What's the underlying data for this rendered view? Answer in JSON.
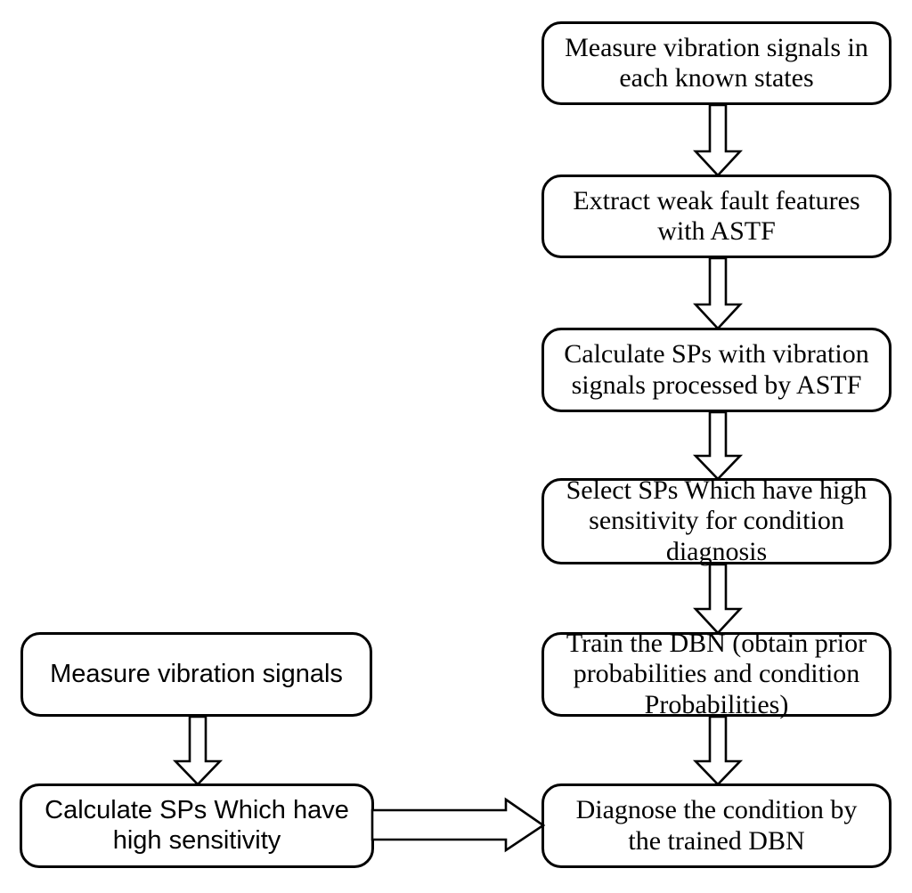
{
  "figure": {
    "kind": "flowchart",
    "orientation": "two-column, vertical flow with one horizontal join",
    "line_color": "#000000",
    "fill_color": "#ffffff",
    "background": "#ffffff"
  },
  "right_column": {
    "nodes": [
      {
        "id": "measure-known-states",
        "text": "Measure vibration signals in\neach known states"
      },
      {
        "id": "extract-weak-features",
        "text": "Extract weak fault features\nwith ASTF"
      },
      {
        "id": "calculate-sps",
        "text": "Calculate SPs with vibration\nsignals processed by ASTF"
      },
      {
        "id": "select-sps",
        "text": "Select SPs  Which have high\nsensitivity for condition\ndiagnosis"
      },
      {
        "id": "train-dbn",
        "text": "Train the DBN (obtain  prior\nprobabilities and condition\nProbabilities)"
      },
      {
        "id": "diagnose-condition",
        "text": "Diagnose the condition by\nthe trained DBN"
      }
    ]
  },
  "left_column": {
    "nodes": [
      {
        "id": "measure-vibration-signals",
        "text": "Measure vibration signals"
      },
      {
        "id": "calculate-sps-sensitivity",
        "text": "Calculate SPs  Which have\nhigh sensitivity"
      }
    ]
  },
  "connectors": [
    {
      "id": "arrow-known-to-extract",
      "from": "measure-known-states",
      "to": "extract-weak-features",
      "direction": "down"
    },
    {
      "id": "arrow-extract-to-calculate",
      "from": "extract-weak-features",
      "to": "calculate-sps",
      "direction": "down"
    },
    {
      "id": "arrow-calculate-to-select",
      "from": "calculate-sps",
      "to": "select-sps",
      "direction": "down"
    },
    {
      "id": "arrow-select-to-train",
      "from": "select-sps",
      "to": "train-dbn",
      "direction": "down"
    },
    {
      "id": "arrow-train-to-diagnose",
      "from": "train-dbn",
      "to": "diagnose-condition",
      "direction": "down"
    },
    {
      "id": "arrow-measure-to-calculate-left",
      "from": "measure-vibration-signals",
      "to": "calculate-sps-sensitivity",
      "direction": "down"
    },
    {
      "id": "arrow-left-to-diagnose",
      "from": "calculate-sps-sensitivity",
      "to": "diagnose-condition",
      "direction": "right"
    }
  ]
}
